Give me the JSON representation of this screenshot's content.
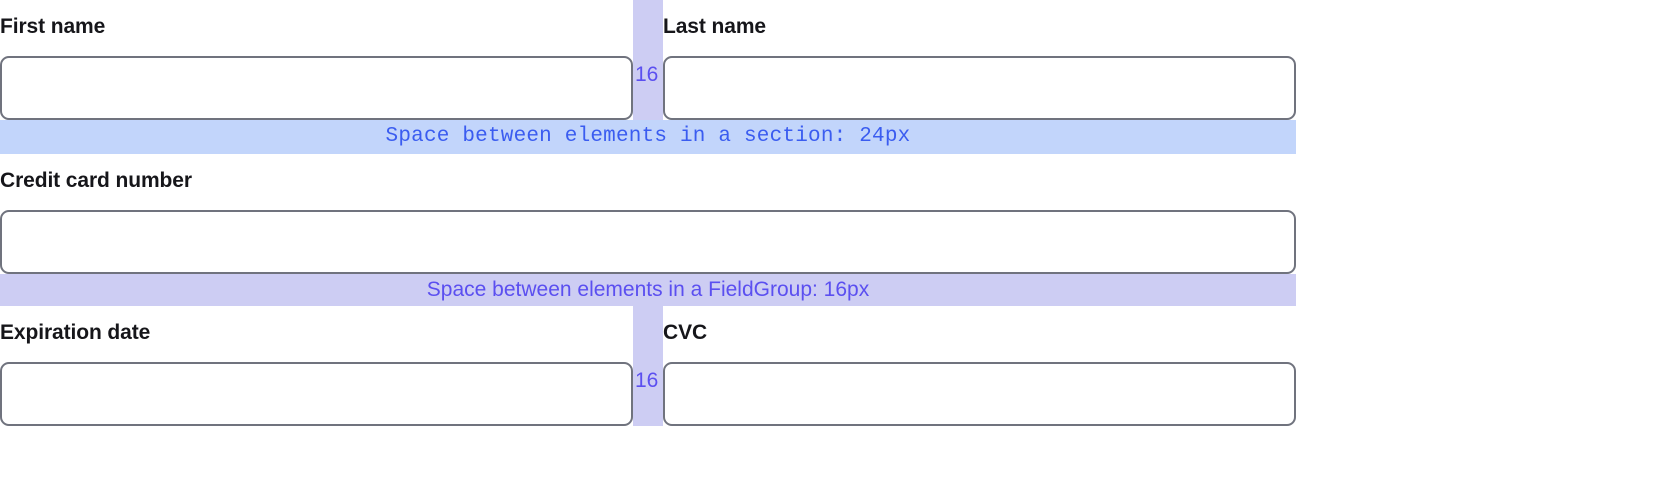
{
  "form": {
    "rows": [
      {
        "name": "name-row",
        "fields": [
          {
            "name": "first-name",
            "label": "First name",
            "value": "",
            "placeholder": ""
          },
          {
            "name": "last-name",
            "label": "Last name",
            "value": "",
            "placeholder": ""
          }
        ],
        "gap_label": "16"
      }
    ],
    "credit_card": {
      "name": "credit-card-number",
      "label": "Credit card number",
      "value": "",
      "placeholder": ""
    },
    "expiry_row": {
      "name": "expiry-row",
      "fields": [
        {
          "name": "expiration-date",
          "label": "Expiration date",
          "value": "",
          "placeholder": ""
        },
        {
          "name": "cvc",
          "label": "CVC",
          "value": "",
          "placeholder": ""
        }
      ],
      "gap_label": "16"
    }
  },
  "annotations": {
    "section_space": "Space between elements in a section: 24px",
    "fieldgroup_space": "Space between elements in a FieldGroup: 16px"
  },
  "colors": {
    "section_band_bg": "#c2d5fb",
    "section_band_text": "#3a5cf0",
    "fieldgroup_band_bg": "#cdcdf3",
    "fieldgroup_band_text": "#5b4ff0",
    "gap_strip_bg": "#cdcdf3",
    "input_border": "#70737e",
    "label_text": "#16161a",
    "page_bg": "#ffffff"
  }
}
